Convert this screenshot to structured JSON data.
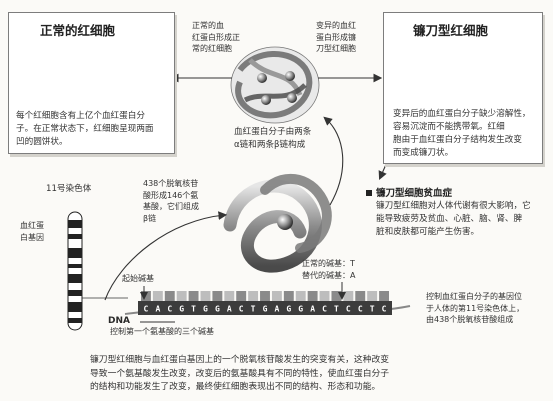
{
  "normal_rbc": {
    "title": "正常的红细胞",
    "description_lines": [
      "每个红细胞含有上亿个血红蛋白分",
      "子。在正常状态下，红细胞呈现两面",
      "凹的圆饼状。"
    ]
  },
  "sickle_rbc": {
    "title": "镰刀型红细胞",
    "description_lines": [
      "变异后的血红蛋白分子缺少溶解性，",
      "容易沉淀而不能携带氧。红细",
      "胞由于血红蛋白分子结构发生改变",
      "而变成镰刀状。"
    ]
  },
  "arrow_labels": {
    "to_normal_lines": [
      "正常的血",
      "红蛋白形成正",
      "常的红细胞"
    ],
    "to_sickle_lines": [
      "变异的血红",
      "蛋白形成镰",
      "刀型红细胞"
    ]
  },
  "hemoglobin": {
    "caption_lines": [
      "血红蛋白分子由两条",
      "α链和两条β链构成"
    ],
    "beta_chain_lines": [
      "438个脱氧核苷",
      "酸形成146个氨",
      "基酸，它们组成",
      "β链"
    ]
  },
  "disease": {
    "title": "镰刀型细胞贫血症",
    "description_lines": [
      "镰刀型红细胞对人体代谢有很大影响，它",
      "能导致疲劳及贫血、心脏、脑、肾、脾",
      "脏和皮肤都可能产生伤害。"
    ]
  },
  "chromosome": {
    "label": "11号染色体",
    "gene_label_lines": [
      "血红蛋",
      "白基因"
    ]
  },
  "dna": {
    "label": "DNA",
    "sequence": "CACGTGGACTGAGGACTCCTC",
    "start_label": "起始碱基",
    "mutation_label_lines": [
      "正常的碱基：T",
      "替代的碱基：A"
    ],
    "codon_label": "控制第一个氨基酸的三个碱基",
    "gene_location_lines": [
      "控制血红蛋白分子的基因位",
      "于人体的第11号染色体上，",
      "由438个脱氧核苷酸组成"
    ]
  },
  "bottom_caption_lines": [
    "镰刀型红细胞与血红蛋白基因上的一个脱氧核苷酸发生的突变有关，这种改变",
    "导致一个氨基酸发生改变，改变后的氨基酸具有不同的特性，使血红蛋白分子",
    "的结构和功能发生了改变，最终使红细胞表现出不同的结构、形态和功能。"
  ],
  "colors": {
    "box_border": "#7d7d7d",
    "rbc_fill": "#d0d0d0",
    "sickle_fill": "#6d6d6d",
    "dna_dark": "#3c3c3c",
    "dna_light": "#bdbdbd"
  }
}
